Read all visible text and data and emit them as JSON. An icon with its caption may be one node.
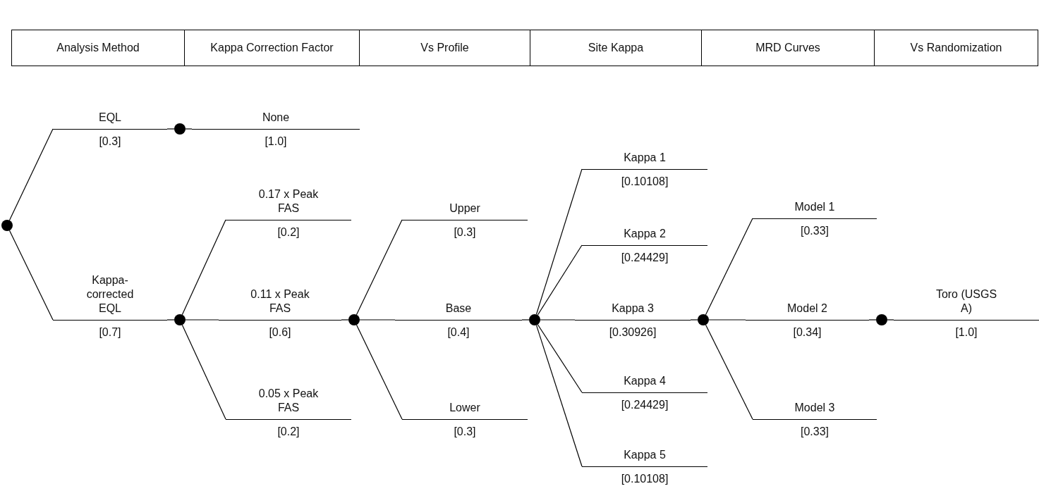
{
  "diagram": {
    "nodes": [
      {
        "text": [],
        "shape": "circle"
      },
      {
        "text": [
          "EQL",
          "[0.3]"
        ]
      },
      {
        "text": [],
        "shape": "circle"
      },
      {
        "text": [
          "None",
          "[1.0]"
        ]
      },
      {
        "text": [
          "Kappa-corrected EQL",
          "[0.7]"
        ]
      },
      {
        "text": [],
        "shape": "circle"
      },
      {
        "text": [
          "0.17 x Peak FAS",
          "[0.2]"
        ]
      },
      {
        "text": [
          "0.11 x Peak FAS",
          "[0.6]"
        ]
      },
      {
        "text": [
          "0.05 x Peak FAS",
          "[0.2]"
        ]
      },
      {
        "text": [],
        "shape": "circle"
      },
      {
        "text": [
          "Upper",
          "[0.3]"
        ]
      },
      {
        "text": [
          "Base",
          "[0.4]"
        ]
      },
      {
        "text": [
          "Lower",
          "[0.3]"
        ]
      },
      {
        "text": [],
        "shape": "circle"
      },
      {
        "text": [
          "Kappa 1",
          "[0.10108]"
        ]
      },
      {
        "text": [
          "Kappa 2",
          "[0.24429]"
        ]
      },
      {
        "text": [
          "Kappa 3",
          "[0.30926]"
        ]
      },
      {
        "text": [
          "Kappa 4",
          "[0.24429]"
        ]
      },
      {
        "text": [
          "Kappa 5",
          "[0.10108]"
        ]
      },
      {
        "text": [],
        "shape": "circle"
      },
      {
        "text": [
          "Model 1",
          "[0.33]"
        ]
      },
      {
        "text": [
          "Model 2",
          "[0.34]"
        ]
      },
      {
        "text": [
          "Model 3",
          "[0.33]"
        ]
      },
      {
        "text": [],
        "shape": "circle"
      },
      {
        "text": [
          "Toro (USGS A)",
          "[1.0]"
        ]
      }
    ],
    "edges": [
      {
        "from": 0,
        "to": 1,
        "arrow": "none"
      },
      {
        "from": 1,
        "to": 2,
        "arrow": "none"
      },
      {
        "from": 2,
        "to": 3,
        "arrow": "none"
      },
      {
        "from": 0,
        "to": 4,
        "arrow": "none"
      },
      {
        "from": 4,
        "to": 5,
        "arrow": "none"
      },
      {
        "from": 5,
        "to": 6,
        "arrow": "none"
      },
      {
        "from": 5,
        "to": 7,
        "arrow": "none"
      },
      {
        "from": 5,
        "to": 8,
        "arrow": "none"
      },
      {
        "from": 7,
        "to": 9,
        "arrow": "none"
      },
      {
        "from": 9,
        "to": 10,
        "arrow": "none"
      },
      {
        "from": 9,
        "to": 11,
        "arrow": "none"
      },
      {
        "from": 9,
        "to": 12,
        "arrow": "none"
      },
      {
        "from": 11,
        "to": 13,
        "arrow": "none"
      },
      {
        "from": 13,
        "to": 14,
        "arrow": "none"
      },
      {
        "from": 13,
        "to": 15,
        "arrow": "none"
      },
      {
        "from": 13,
        "to": 16,
        "arrow": "none"
      },
      {
        "from": 13,
        "to": 17,
        "arrow": "none"
      },
      {
        "from": 13,
        "to": 18,
        "arrow": "none"
      },
      {
        "from": 16,
        "to": 19,
        "arrow": "none"
      },
      {
        "from": 19,
        "to": 20,
        "arrow": "none"
      },
      {
        "from": 19,
        "to": 21,
        "arrow": "none"
      },
      {
        "from": 19,
        "to": 22,
        "arrow": "none"
      },
      {
        "from": 21,
        "to": 23,
        "arrow": "none"
      },
      {
        "from": 23,
        "to": 24,
        "arrow": "none"
      }
    ],
    "labels": [
      "Analysis Method",
      "Kappa Correction Factor",
      "Vs Profile",
      "Site Kappa",
      "MRD Curves",
      "Vs Randomization"
    ]
  }
}
